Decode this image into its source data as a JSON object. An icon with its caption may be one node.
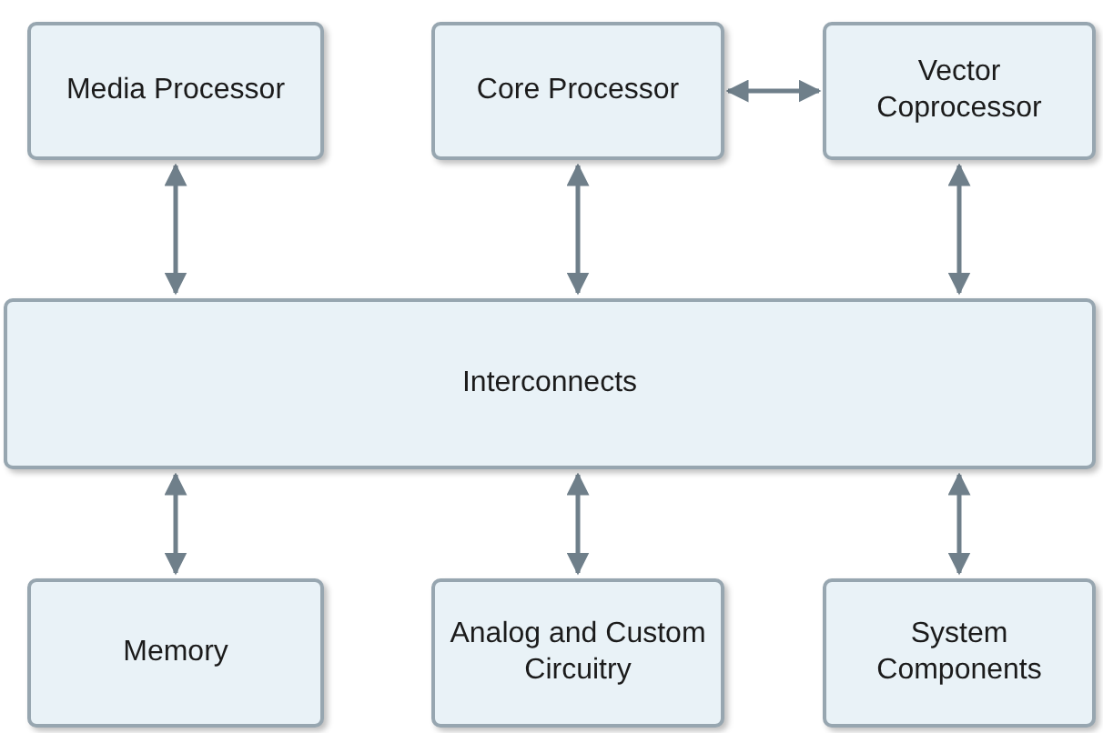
{
  "diagram": {
    "nodes": [
      {
        "text": [
          "Media Processor"
        ]
      },
      {
        "text": [
          "Core Processor"
        ]
      },
      {
        "text": [
          "Vector Coprocessor"
        ]
      },
      {
        "text": [
          "Interconnects"
        ]
      },
      {
        "text": [
          "Memory"
        ]
      },
      {
        "text": [
          "Analog and Custom Circuitry"
        ]
      },
      {
        "text": [
          "System Components"
        ]
      }
    ],
    "edges": [
      {
        "from": 1,
        "to": 2,
        "arrow": "both"
      },
      {
        "from": 0,
        "to": 3,
        "arrow": "both"
      },
      {
        "from": 1,
        "to": 3,
        "arrow": "both"
      },
      {
        "from": 2,
        "to": 3,
        "arrow": "both"
      },
      {
        "from": 3,
        "to": 4,
        "arrow": "both"
      },
      {
        "from": 3,
        "to": 5,
        "arrow": "both"
      },
      {
        "from": 3,
        "to": 6,
        "arrow": "both"
      }
    ]
  }
}
